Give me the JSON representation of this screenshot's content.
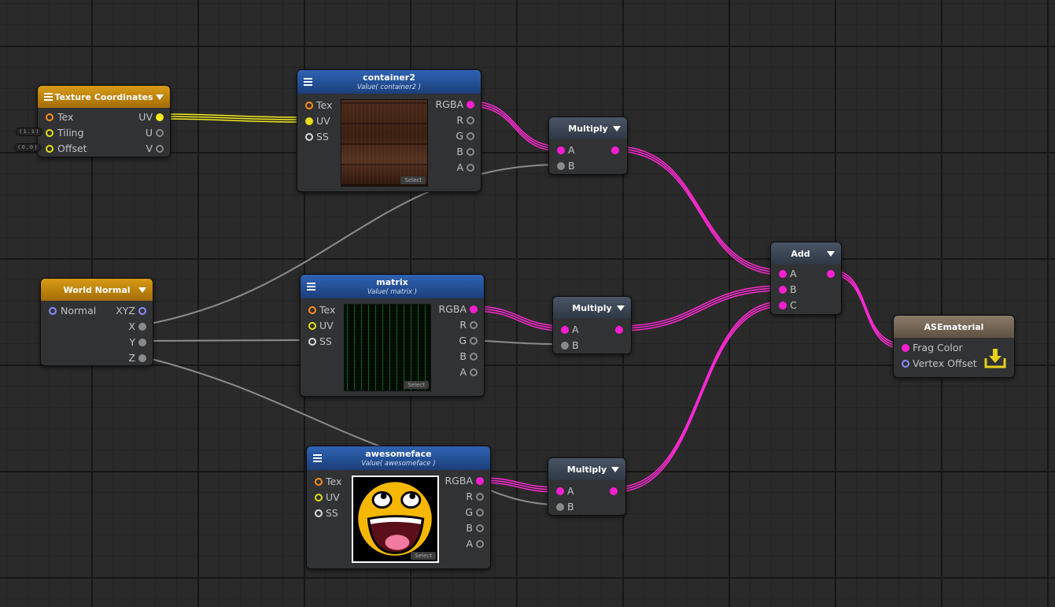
{
  "colors": {
    "wire_pink": "#ff2ad4",
    "wire_yellow": "#f4ec1c",
    "wire_gray": "#8c8c8c",
    "pin_orange": "#ff8c1a",
    "pin_yellow": "#e6dd14",
    "pin_pink": "#ff1ed2",
    "pin_purple": "#8c8cff",
    "pin_gray": "#8a8a8a",
    "pin_white": "#dcdcdc"
  },
  "nodes": {
    "texcoord": {
      "title": "Texture Coordinates",
      "inputs": [
        "Tex",
        "Tiling",
        "Offset"
      ],
      "outputs": [
        "UV",
        "U",
        "V"
      ],
      "tiling_value": "( 1 , 1 )",
      "offset_value": "( 0 , 0 )"
    },
    "worldnormal": {
      "title": "World Normal",
      "inputs": [
        "Normal"
      ],
      "outputs": [
        "XYZ",
        "X",
        "Y",
        "Z"
      ]
    },
    "container2": {
      "title": "container2",
      "subtitle": "Value( container2 )",
      "inputs": [
        "Tex",
        "UV",
        "SS"
      ],
      "outputs": [
        "RGBA",
        "R",
        "G",
        "B",
        "A"
      ],
      "select_label": "Select"
    },
    "matrix": {
      "title": "matrix",
      "subtitle": "Value( matrix )",
      "inputs": [
        "Tex",
        "UV",
        "SS"
      ],
      "outputs": [
        "RGBA",
        "R",
        "G",
        "B",
        "A"
      ],
      "select_label": "Select"
    },
    "awesomeface": {
      "title": "awesomeface",
      "subtitle": "Value( awesomeface )",
      "inputs": [
        "Tex",
        "UV",
        "SS"
      ],
      "outputs": [
        "RGBA",
        "R",
        "G",
        "B",
        "A"
      ],
      "select_label": "Select"
    },
    "multiply1": {
      "title": "Multiply",
      "inputs": [
        "A",
        "B"
      ]
    },
    "multiply2": {
      "title": "Multiply",
      "inputs": [
        "A",
        "B"
      ]
    },
    "multiply3": {
      "title": "Multiply",
      "inputs": [
        "A",
        "B"
      ]
    },
    "add": {
      "title": "Add",
      "inputs": [
        "A",
        "B",
        "C"
      ]
    },
    "asematerial": {
      "title": "ASEmaterial",
      "inputs": [
        "Frag Color",
        "Vertex Offset"
      ]
    }
  }
}
